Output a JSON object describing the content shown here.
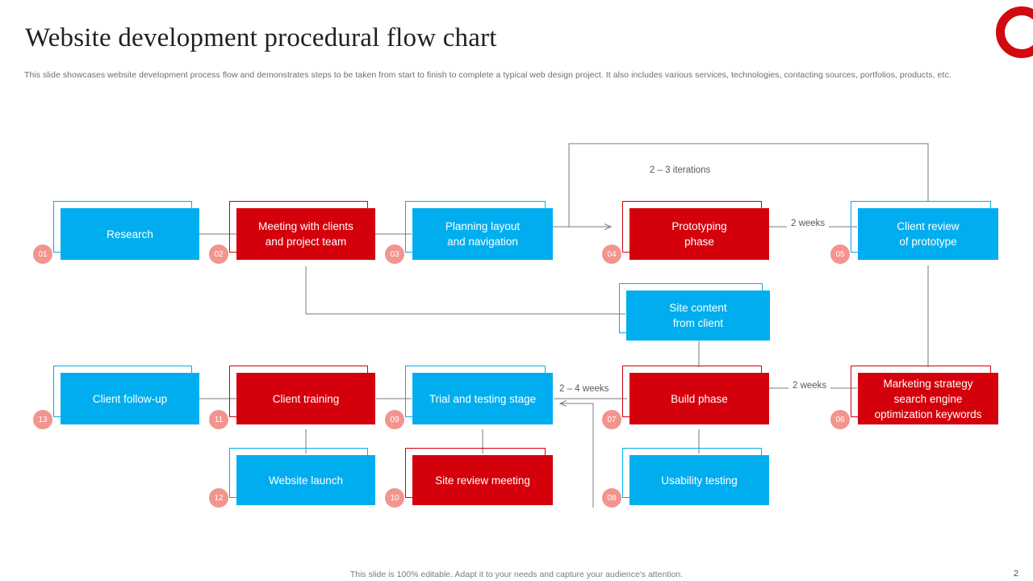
{
  "header": {
    "title": "Website development procedural flow chart",
    "subtitle": "This slide showcases website development process flow and demonstrates steps to be taken from start to finish to complete a typical web design project. It also includes various services, technologies, contacting sources, portfolios, products, etc.",
    "logo_icon": "red-ring-logo"
  },
  "colors": {
    "blue": "#00aeef",
    "red": "#d4000b",
    "badge": "#f4948e",
    "connector": "#7a7a7a",
    "title": "#231f20",
    "body_text": "#6d6e71"
  },
  "chart_data": {
    "type": "diagram",
    "title": "Website development procedural flow chart",
    "nodes": [
      {
        "id": "n01",
        "step": "01",
        "label": "Research",
        "color": "blue"
      },
      {
        "id": "n02",
        "step": "02",
        "label": "Meeting with clients\nand project team",
        "color": "red"
      },
      {
        "id": "n03",
        "step": "03",
        "label": "Planning layout\nand navigation",
        "color": "blue"
      },
      {
        "id": "n04",
        "step": "04",
        "label": "Prototyping\nphase",
        "color": "red"
      },
      {
        "id": "n05",
        "step": "05",
        "label": "Client review\nof prototype",
        "color": "blue"
      },
      {
        "id": "n06",
        "step": "06",
        "label": "Marketing strategy\nsearch engine\noptimization keywords",
        "color": "red"
      },
      {
        "id": "n07",
        "step": "07",
        "label": "Build phase",
        "color": "red"
      },
      {
        "id": "n08",
        "step": "08",
        "label": "Usability testing",
        "color": "blue"
      },
      {
        "id": "n09",
        "step": "09",
        "label": "Trial and testing stage",
        "color": "blue"
      },
      {
        "id": "n10",
        "step": "10",
        "label": "Site review meeting",
        "color": "red"
      },
      {
        "id": "n11",
        "step": "11",
        "label": "Client training",
        "color": "red"
      },
      {
        "id": "n12",
        "step": "12",
        "label": "Website launch",
        "color": "blue"
      },
      {
        "id": "n13",
        "step": "13",
        "label": "Client follow-up",
        "color": "blue"
      },
      {
        "id": "nsc",
        "step": "",
        "label": "Site content\nfrom client",
        "color": "blue"
      }
    ],
    "edge_labels": [
      {
        "id": "e_iter",
        "text": "2 – 3 iterations"
      },
      {
        "id": "e_2w_top",
        "text": "2 weeks"
      },
      {
        "id": "e_24w",
        "text": "2 – 4 weeks"
      },
      {
        "id": "e_2w_bot",
        "text": "2 weeks"
      }
    ]
  },
  "footer": {
    "note": "This slide is 100% editable. Adapt it to your needs and capture your audience's attention.",
    "page": "2"
  }
}
